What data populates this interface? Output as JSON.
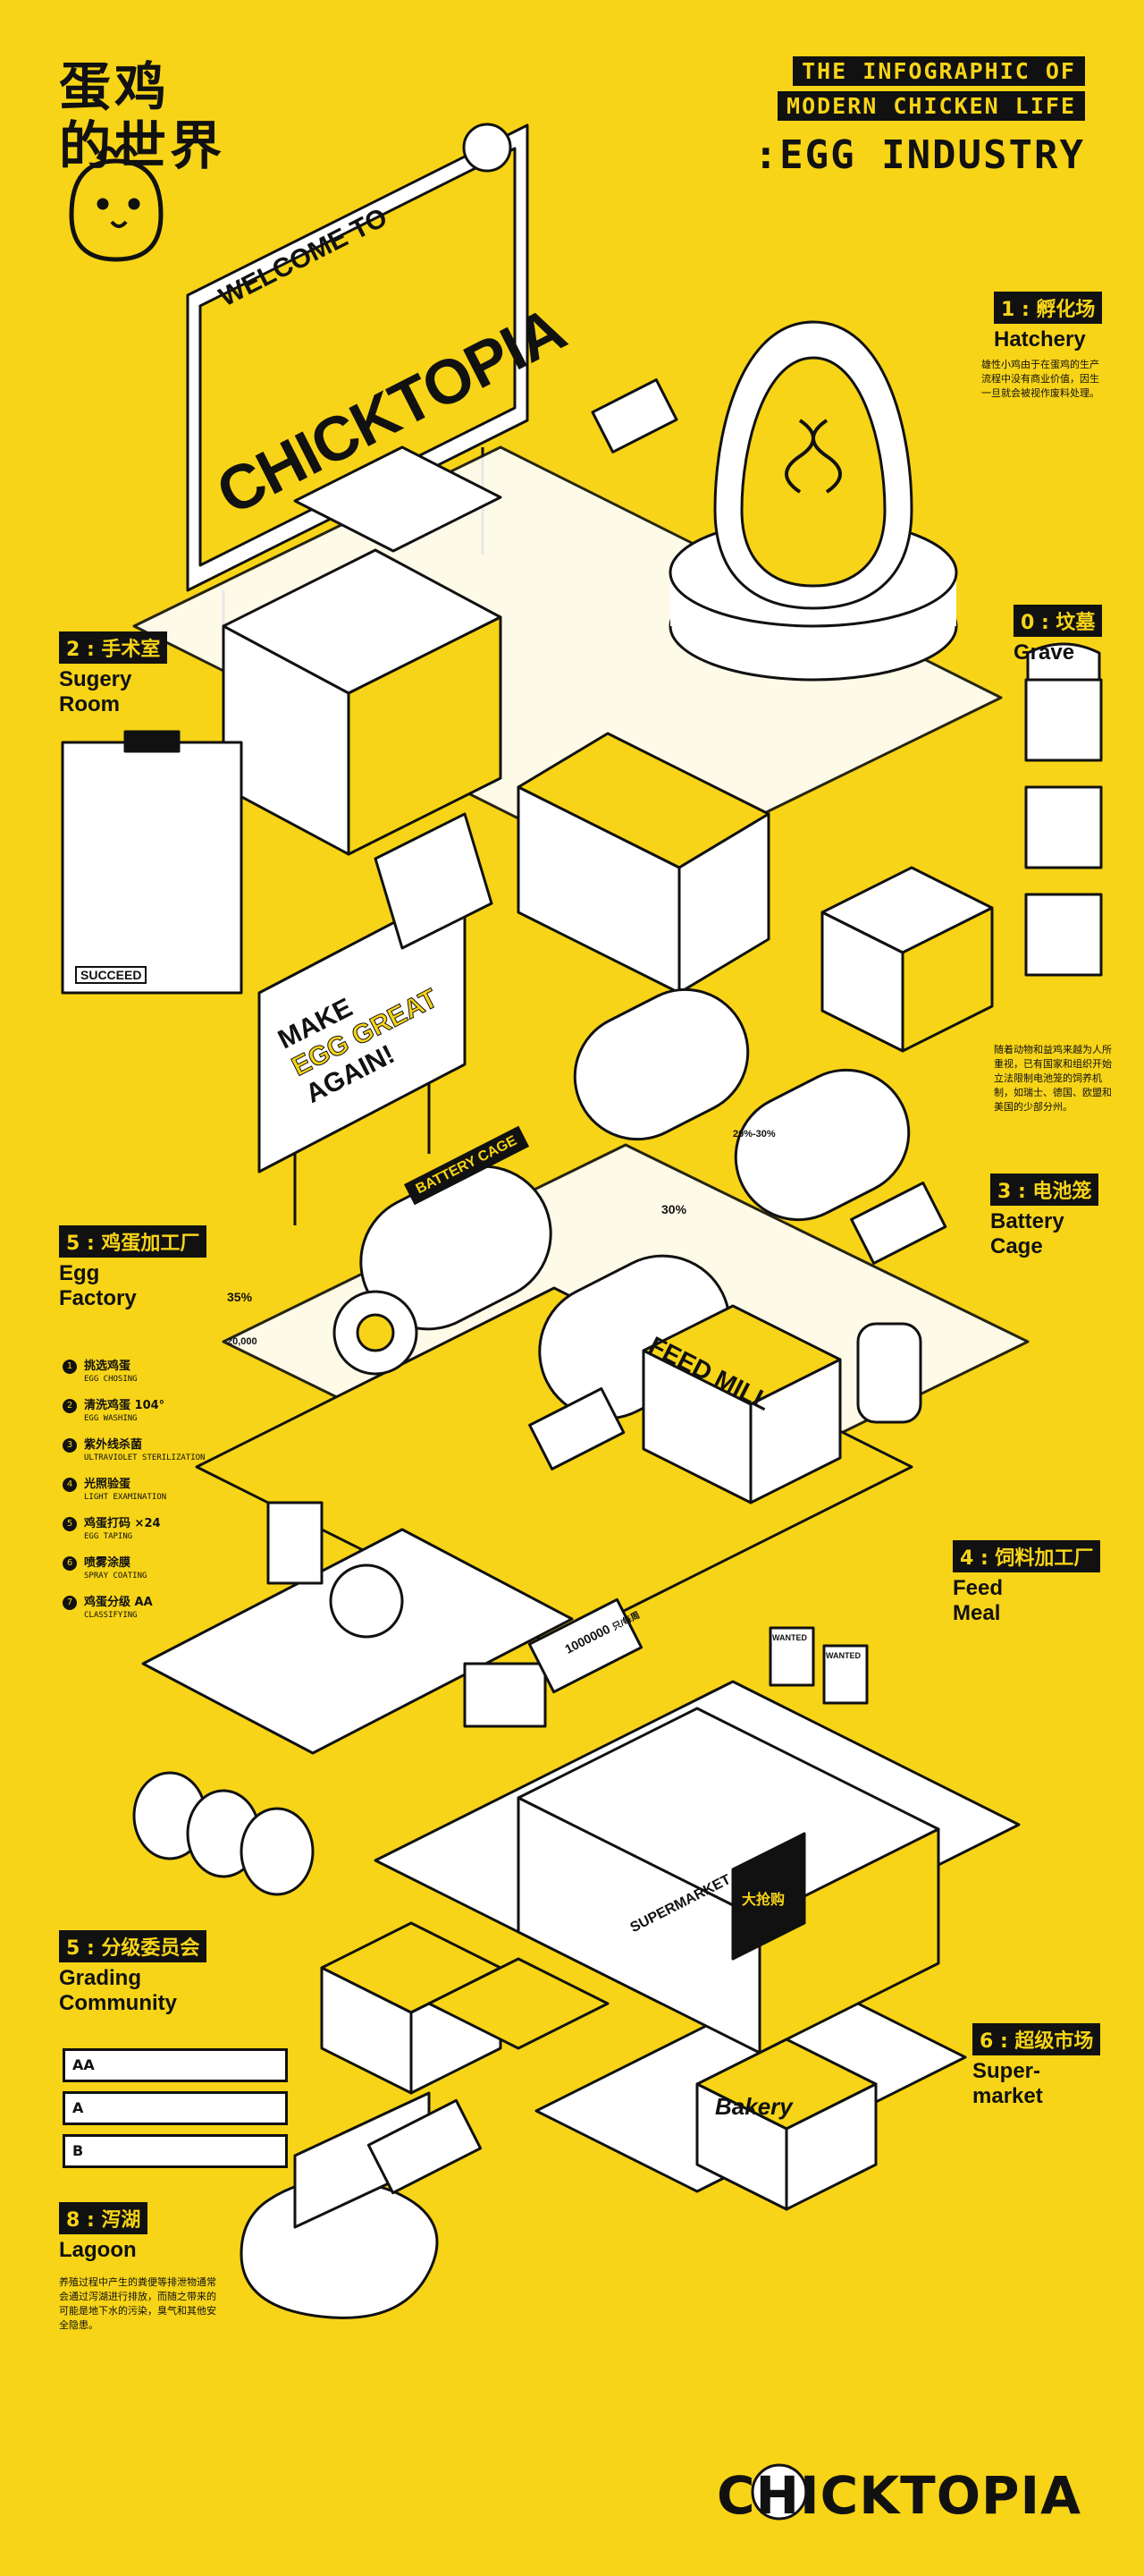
{
  "header": {
    "cn_title_line1": "蛋鸡",
    "cn_title_line2": "的世界",
    "en_line1": "THE INFOGRAPHIC OF",
    "en_line2": "MODERN CHICKEN LIFE",
    "en_line3": ":EGG INDUSTRY"
  },
  "billboard": {
    "welcome": "WELCOME TO",
    "name": "CHICKTOPIA"
  },
  "sections": {
    "hatchery": {
      "tag": "1 : 孵化场",
      "en": "Hatchery",
      "desc": "雄性小鸡由于在蛋鸡的生产流程中没有商业价值，因生一旦就会被视作废料处理。"
    },
    "grave": {
      "tag": "0 : 坟墓",
      "en": "Grave"
    },
    "surgery": {
      "tag": "2 : 手术室",
      "en1": "Sugery",
      "en2": "Room"
    },
    "battery": {
      "tag": "3 : 电池笼",
      "en1": "Battery",
      "en2": "Cage",
      "desc": "随着动物和益鸡来越为人所重视，已有国家和组织开始立法限制电池笼的饲养机制，如瑞士、德国、欧盟和美国的少部分州。"
    },
    "factory": {
      "tag": "5 : 鸡蛋加工厂",
      "en1": "Egg",
      "en2": "Factory"
    },
    "feed": {
      "tag": "4 : 饲料加工厂",
      "en1": "Feed",
      "en2": "Meal"
    },
    "grading": {
      "tag": "5 : 分级委员会",
      "en1": "Grading",
      "en2": "Community"
    },
    "supermarket": {
      "tag": "6 : 超级市场",
      "en1": "Super-",
      "en2": "market"
    },
    "lagoon": {
      "tag": "8 : 泻湖",
      "en": "Lagoon",
      "desc": "养殖过程中产生的粪便等排泄物通常会通过泻湖进行排放，而随之带来的可能是地下水的污染，臭气和其他安全隐患。"
    }
  },
  "factory_steps": [
    {
      "num": "1",
      "zh": "挑选鸡蛋",
      "en": "EGG CHOSING"
    },
    {
      "num": "2",
      "zh": "清洗鸡蛋",
      "en": "EGG WASHING"
    },
    {
      "num": "3",
      "zh": "紫外线杀菌",
      "en": "ULTRAVIOLET STERILIZATION"
    },
    {
      "num": "4",
      "zh": "光照验蛋",
      "en": "LIGHT EXAMINATION"
    },
    {
      "num": "5",
      "zh": "鸡蛋打码",
      "en": "EGG TAPING"
    },
    {
      "num": "6",
      "zh": "喷雾涂膜",
      "en": "SPRAY COATING"
    },
    {
      "num": "7",
      "zh": "鸡蛋分级",
      "en": "CLASSIFYING"
    }
  ],
  "factory_notes": {
    "wash_temp": "104°",
    "tape_count": "×24",
    "grade": "AA"
  },
  "grading": [
    "AA",
    "A",
    "B"
  ],
  "signs": {
    "maga1": "MAKE",
    "maga2": "EGG GREAT",
    "maga3": "AGAIN!",
    "battery_cage": "BATTERY CAGE",
    "feed_mill": "FEED MILL",
    "supermarket": "SUPERMARKET",
    "bakery": "Bakery",
    "wanted": "WANTED",
    "big_sale": "大抢购",
    "succeed": "SUCCEED",
    "stat_35": "35%",
    "stat_30": "30%",
    "stat_20_30": "20%-30%",
    "stat_20000": "20,000",
    "truck_count": "1000000",
    "truck_unit": "只/每周"
  },
  "footer": {
    "brand": "CHICKTOPIA"
  },
  "colors": {
    "background": "#F7D417",
    "ink": "#111111",
    "paper": "#FFFFFF"
  }
}
